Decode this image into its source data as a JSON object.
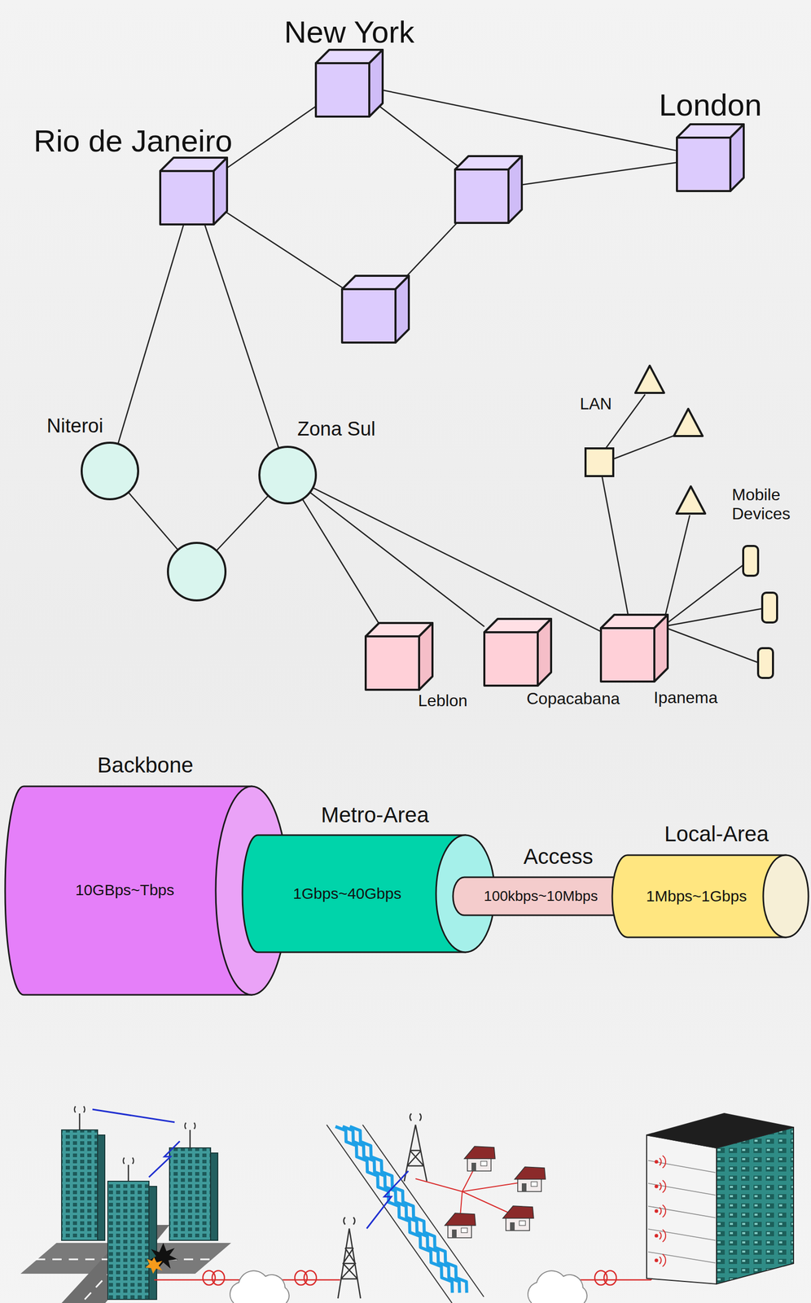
{
  "diagram": {
    "nodes": [
      {
        "text": [
          "New York"
        ]
      },
      {
        "text": [
          "London"
        ]
      },
      {
        "text": [
          "Rio de Janeiro"
        ]
      },
      {
        "text": [
          "Niteroi"
        ]
      },
      {
        "text": [
          "Zona Sul"
        ]
      },
      {
        "text": [
          "LAN"
        ]
      },
      {
        "text": [
          "Leblon"
        ]
      },
      {
        "text": [
          "Copacabana"
        ]
      },
      {
        "text": [
          "Ipanema"
        ]
      },
      {
        "text": [
          "Backbone",
          "10GBps~Tbps"
        ]
      },
      {
        "text": [
          "Metro-Area",
          "1Gbps~40Gbps"
        ]
      },
      {
        "text": [
          "Access",
          "100kbps~10Mbps"
        ]
      },
      {
        "text": [
          "Local-Area",
          "1Mbps~1Gbps"
        ]
      }
    ],
    "edges": [
      {
        "from": 0,
        "to": 1,
        "arrow": "none"
      },
      {
        "from": 2,
        "to": 0,
        "arrow": "none"
      },
      {
        "from": 2,
        "to": 3,
        "arrow": "none"
      },
      {
        "from": 2,
        "to": 4,
        "arrow": "none"
      },
      {
        "from": 4,
        "to": 6,
        "arrow": "none"
      },
      {
        "from": 4,
        "to": 7,
        "arrow": "none"
      },
      {
        "from": 4,
        "to": 8,
        "arrow": "none"
      },
      {
        "from": 5,
        "to": 8,
        "arrow": "none"
      }
    ],
    "labels": [
      "Mobile Devices"
    ]
  }
}
